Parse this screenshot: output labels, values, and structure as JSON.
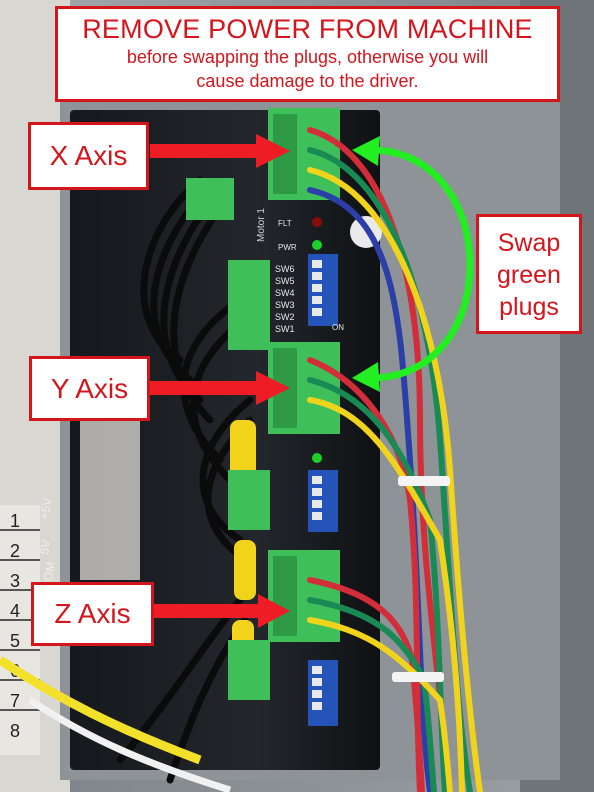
{
  "warning": {
    "headline": "REMOVE POWER FROM MACHINE",
    "line1": "before swapping the plugs, otherwise you will",
    "line2": "cause damage to the driver."
  },
  "labels": {
    "x_axis": "X Axis",
    "y_axis": "Y Axis",
    "z_axis": "Z Axis",
    "swap_line1": "Swap",
    "swap_line2": "green",
    "swap_line3": "plugs"
  },
  "photo_text": {
    "motor1": "Motor 1",
    "flt": "FLT",
    "pwr": "PWR",
    "switches": [
      "SW6",
      "SW5",
      "SW4",
      "SW3",
      "SW2",
      "SW1"
    ],
    "on": "ON",
    "numbers": [
      "1",
      "2",
      "3",
      "4",
      "5",
      "6",
      "7",
      "8"
    ],
    "pins": [
      "+5V",
      "5V",
      "COM"
    ]
  },
  "colors": {
    "callout_red": "#d4151c",
    "arrow_red": "#ee1c24",
    "arrow_green": "#22ee22",
    "plug_green": "#3fbf5a"
  }
}
